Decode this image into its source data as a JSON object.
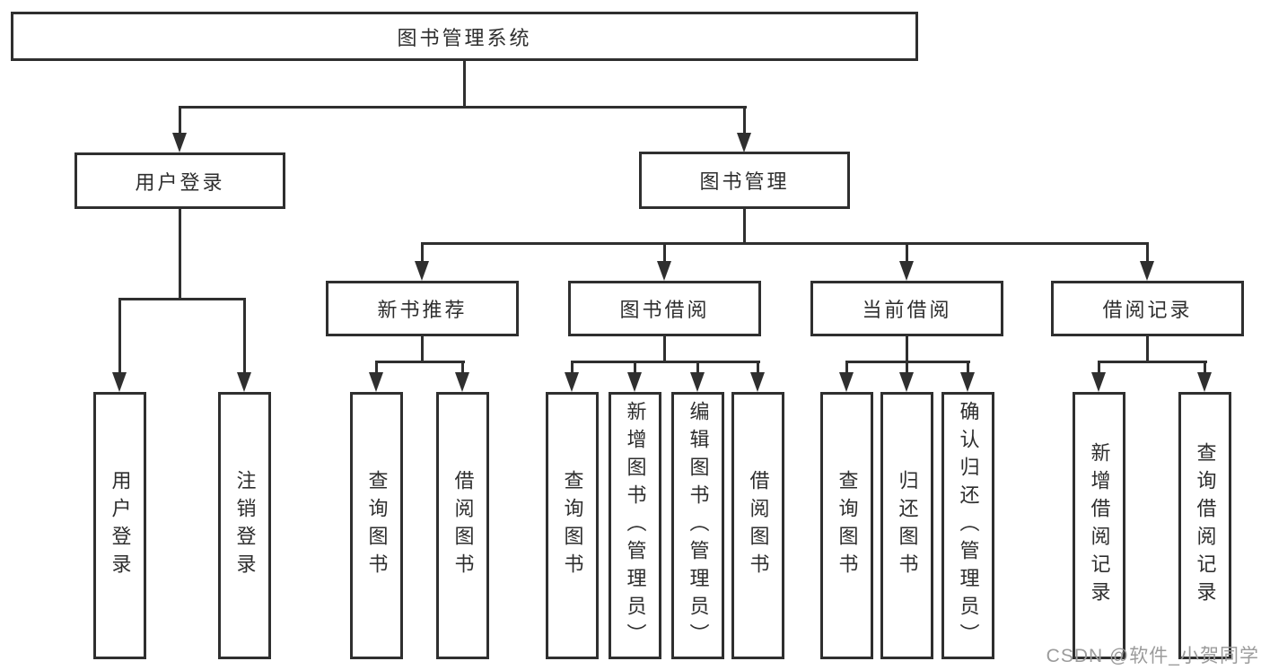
{
  "colors": {
    "line": "#2f2f2f",
    "text": "#2e2e2e",
    "watermark": "#9b9b9b",
    "background": "#ffffff"
  },
  "watermark": {
    "text": "CSDN @软件_小贺同学"
  },
  "tree": {
    "label": "图书管理系统",
    "children": [
      {
        "label": "用户登录",
        "children": [
          {
            "label": "用户登录"
          },
          {
            "label": "注销登录"
          }
        ]
      },
      {
        "label": "图书管理",
        "children": [
          {
            "label": "新书推荐",
            "children": [
              {
                "label": "查询图书"
              },
              {
                "label": "借阅图书"
              }
            ]
          },
          {
            "label": "图书借阅",
            "children": [
              {
                "label": "查询图书"
              },
              {
                "label": "新增图书（管理员）"
              },
              {
                "label": "编辑图书（管理员）"
              },
              {
                "label": "借阅图书"
              }
            ]
          },
          {
            "label": "当前借阅",
            "children": [
              {
                "label": "查询图书"
              },
              {
                "label": "归还图书"
              },
              {
                "label": "确认归还（管理员）"
              }
            ]
          },
          {
            "label": "借阅记录",
            "children": [
              {
                "label": "新增借阅记录"
              },
              {
                "label": "查询借阅记录"
              }
            ]
          }
        ]
      }
    ]
  }
}
